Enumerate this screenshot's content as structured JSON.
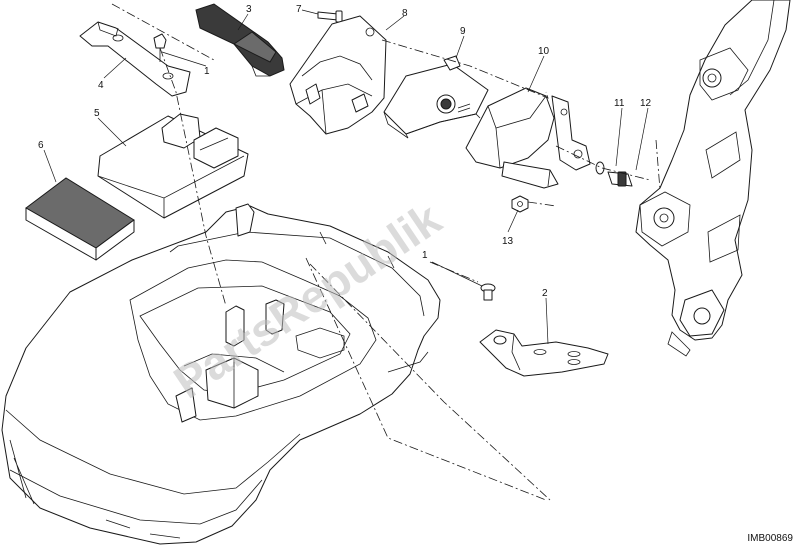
{
  "watermark": "PartsRepublik",
  "drawing_code": "IMB00869",
  "callouts": [
    "1",
    "1",
    "2",
    "3",
    "4",
    "5",
    "6",
    "7",
    "8",
    "9",
    "10",
    "11",
    "12",
    "13"
  ],
  "colors": {
    "line": "#1a1a1a",
    "fill": "#ffffff",
    "dark_part": "#3a3a3a",
    "watermark": "#bdbdbd"
  }
}
